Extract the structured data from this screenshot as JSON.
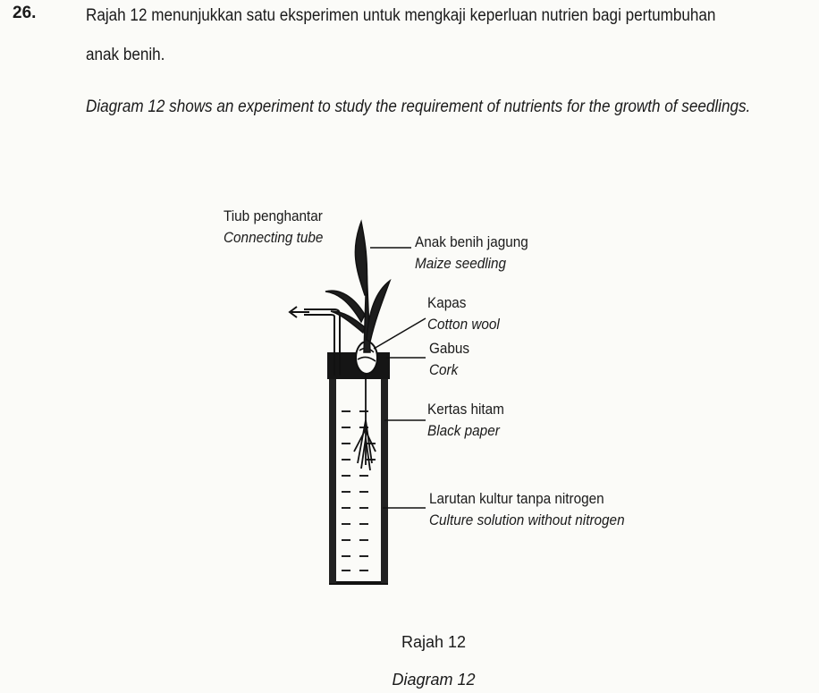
{
  "question": {
    "number": "26.",
    "text_malay": "Rajah 12 menunjukkan satu eksperimen untuk mengkaji keperluan nutrien bagi pertumbuhan anak benih.",
    "text_english": "Diagram 12 shows an experiment to study the requirement of nutrients for the growth of seedlings."
  },
  "labels": {
    "connecting_tube": {
      "malay": "Tiub penghantar",
      "english": "Connecting tube"
    },
    "maize_seedling": {
      "malay": "Anak benih jagung",
      "english": "Maize seedling"
    },
    "cotton_wool": {
      "malay": "Kapas",
      "english": "Cotton wool"
    },
    "cork": {
      "malay": "Gabus",
      "english": "Cork"
    },
    "black_paper": {
      "malay": "Kertas hitam",
      "english": "Black paper"
    },
    "culture_solution": {
      "malay": "Larutan kultur tanpa nitrogen",
      "english": "Culture solution without nitrogen"
    }
  },
  "caption": {
    "malay": "Rajah 12",
    "english": "Diagram 12"
  }
}
